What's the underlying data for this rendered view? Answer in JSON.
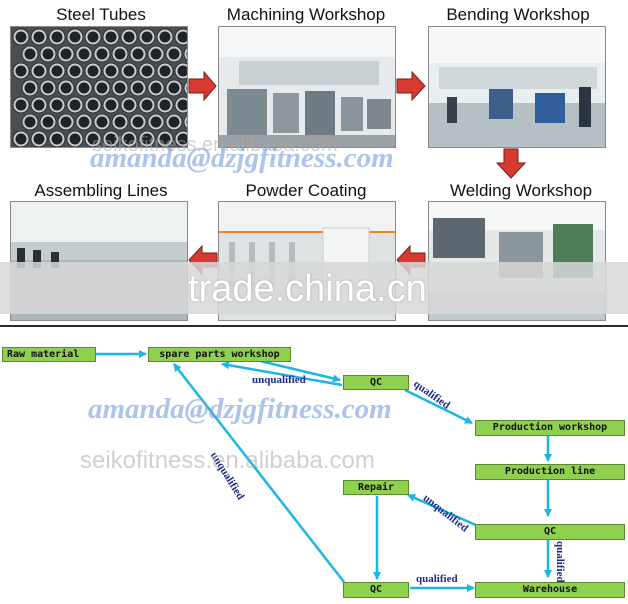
{
  "photo_panels": [
    {
      "title": "Steel Tubes",
      "scene": "steel-tubes"
    },
    {
      "title": "Machining Workshop",
      "scene": "machining"
    },
    {
      "title": "Bending Workshop",
      "scene": "bending"
    },
    {
      "title": "Assembling Lines",
      "scene": "assembling"
    },
    {
      "title": "Powder Coating",
      "scene": "coating"
    },
    {
      "title": "Welding Workshop",
      "scene": "welding"
    }
  ],
  "watermarks": {
    "email": "amanda@dzjgfitness.com",
    "site": "seikofitness.en.alibaba.com",
    "tradechina": "trade.china.cn"
  },
  "flowchart": {
    "nodes": {
      "raw_material": "Raw material",
      "spare_parts": "spare parts workshop",
      "qc_top": "QC",
      "production_workshop": "Production workshop",
      "production_line": "Production line",
      "repair": "Repair",
      "qc_mid": "QC",
      "qc_bottom": "QC",
      "warehouse": "Warehouse"
    },
    "edge_labels": {
      "unqualified_top": "unqualified",
      "qualified_top": "qualified",
      "unqualified_diag": "unqualified",
      "unqualified_mid": "unqualified",
      "qualified_right": "qualified",
      "qualified_bottom": "qualified"
    }
  },
  "colors": {
    "node_fill": "#8fd14f",
    "arrow": "#19b6e6",
    "step_arrow": "#d63a30",
    "label": "#1e2a8a"
  }
}
